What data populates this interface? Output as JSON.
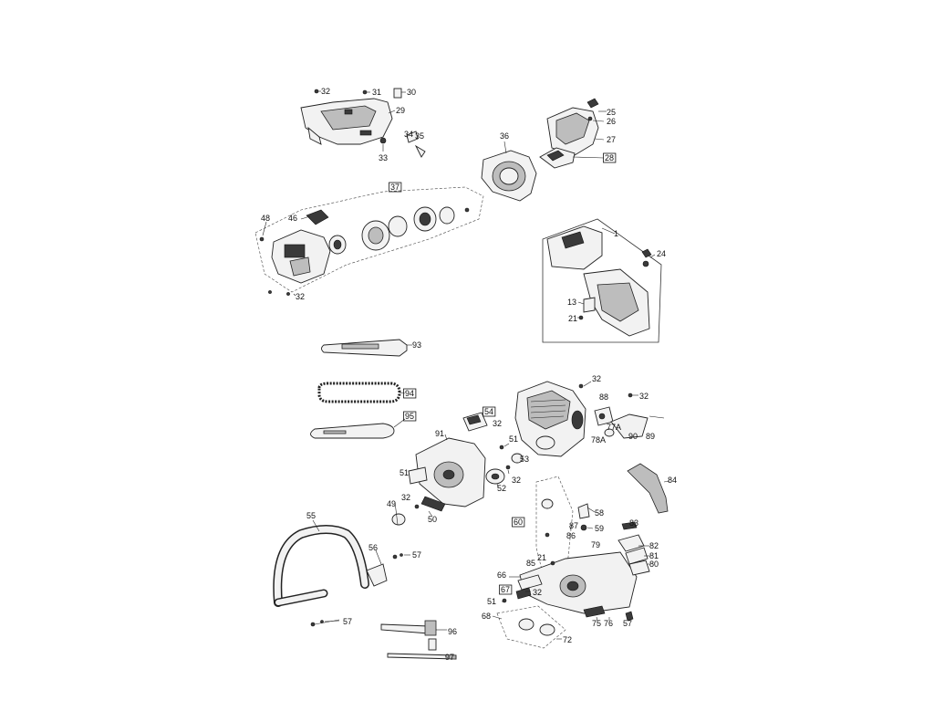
{
  "diagram": {
    "callouts": [
      {
        "id": "c32a",
        "text": "32"
      },
      {
        "id": "c31",
        "text": "31"
      },
      {
        "id": "c30",
        "text": "30"
      },
      {
        "id": "c29",
        "text": "29"
      },
      {
        "id": "c34",
        "text": "34"
      },
      {
        "id": "c35",
        "text": "35"
      },
      {
        "id": "c33",
        "text": "33"
      },
      {
        "id": "c36",
        "text": "36"
      },
      {
        "id": "c25",
        "text": "25"
      },
      {
        "id": "c26",
        "text": "26"
      },
      {
        "id": "c27",
        "text": "27"
      },
      {
        "id": "c28",
        "text": "28",
        "boxed": true
      },
      {
        "id": "c37",
        "text": "37",
        "boxed": true
      },
      {
        "id": "c48",
        "text": "48"
      },
      {
        "id": "c46",
        "text": "46"
      },
      {
        "id": "c32b",
        "text": "32"
      },
      {
        "id": "c1",
        "text": "1"
      },
      {
        "id": "c24",
        "text": "24"
      },
      {
        "id": "c13",
        "text": "13"
      },
      {
        "id": "c21a",
        "text": "21"
      },
      {
        "id": "c93",
        "text": "93"
      },
      {
        "id": "c94",
        "text": "94",
        "boxed": true
      },
      {
        "id": "c95",
        "text": "95",
        "boxed": true
      },
      {
        "id": "c32c",
        "text": "32"
      },
      {
        "id": "c88",
        "text": "88"
      },
      {
        "id": "c32d",
        "text": "32"
      },
      {
        "id": "c54",
        "text": "54",
        "boxed": true
      },
      {
        "id": "c32e",
        "text": "32"
      },
      {
        "id": "c91",
        "text": "91"
      },
      {
        "id": "c77a",
        "text": "77A"
      },
      {
        "id": "c78a",
        "text": "78A"
      },
      {
        "id": "c90",
        "text": "90"
      },
      {
        "id": "c89",
        "text": "89"
      },
      {
        "id": "c51a",
        "text": "51"
      },
      {
        "id": "c53",
        "text": "53"
      },
      {
        "id": "c51b",
        "text": "51"
      },
      {
        "id": "c32f",
        "text": "32"
      },
      {
        "id": "c52",
        "text": "52"
      },
      {
        "id": "c84",
        "text": "84"
      },
      {
        "id": "c32g",
        "text": "32"
      },
      {
        "id": "c49",
        "text": "49"
      },
      {
        "id": "c50",
        "text": "50"
      },
      {
        "id": "c58",
        "text": "58"
      },
      {
        "id": "c60",
        "text": "60",
        "boxed": true
      },
      {
        "id": "c87",
        "text": "87"
      },
      {
        "id": "c59",
        "text": "59"
      },
      {
        "id": "c83",
        "text": "83"
      },
      {
        "id": "c55",
        "text": "55"
      },
      {
        "id": "c86",
        "text": "86"
      },
      {
        "id": "c79",
        "text": "79"
      },
      {
        "id": "c82",
        "text": "82"
      },
      {
        "id": "c56",
        "text": "56"
      },
      {
        "id": "c57a",
        "text": "57"
      },
      {
        "id": "c21b",
        "text": "21"
      },
      {
        "id": "c81",
        "text": "81"
      },
      {
        "id": "c85",
        "text": "85"
      },
      {
        "id": "c80",
        "text": "80"
      },
      {
        "id": "c66",
        "text": "66"
      },
      {
        "id": "c67",
        "text": "67",
        "boxed": true
      },
      {
        "id": "c32h",
        "text": "32"
      },
      {
        "id": "c51c",
        "text": "51"
      },
      {
        "id": "c68",
        "text": "68"
      },
      {
        "id": "c75",
        "text": "75"
      },
      {
        "id": "c76",
        "text": "76"
      },
      {
        "id": "c57b",
        "text": "57"
      },
      {
        "id": "c57c",
        "text": "57"
      },
      {
        "id": "c96",
        "text": "96"
      },
      {
        "id": "c72",
        "text": "72"
      },
      {
        "id": "c97",
        "text": "97"
      }
    ]
  }
}
